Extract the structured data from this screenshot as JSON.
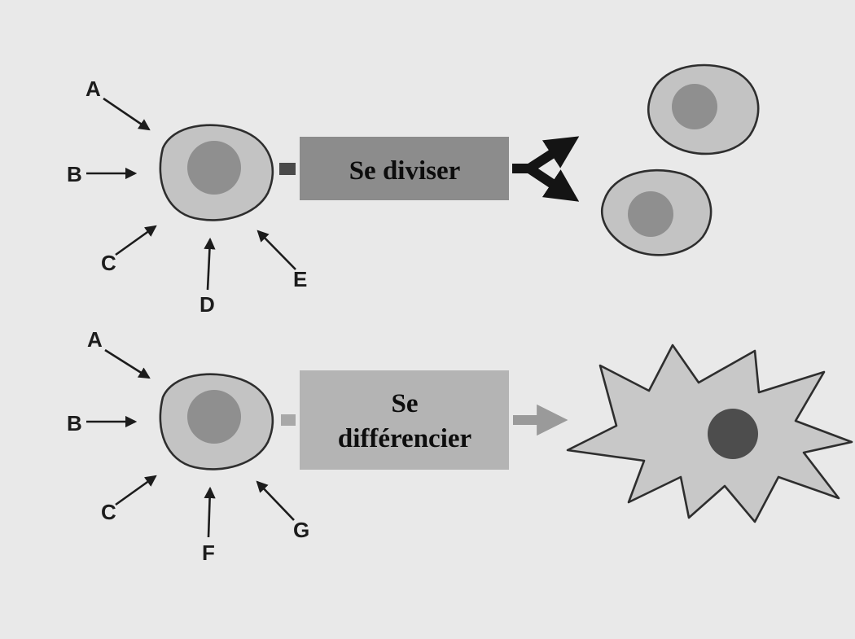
{
  "diagram": {
    "top_pathway": {
      "signals": [
        "A",
        "B",
        "C",
        "D",
        "E"
      ],
      "action": "Se diviser"
    },
    "bottom_pathway": {
      "signals": [
        "A",
        "B",
        "C",
        "F",
        "G"
      ],
      "action_lines": [
        "Se",
        "différencier"
      ]
    }
  },
  "colors": {
    "background": "#e9e9e9",
    "cell_fill": "#c3c3c3",
    "nucleus_fill": "#8f8f8f",
    "divide_box_fill": "#8c8c8c",
    "differentiate_box_fill": "#b4b4b4",
    "differentiated_nucleus_fill": "#4d4d4d",
    "outline": "#2e2e2e",
    "arrow_black": "#141414",
    "arrow_grey": "#9a9a9a"
  }
}
